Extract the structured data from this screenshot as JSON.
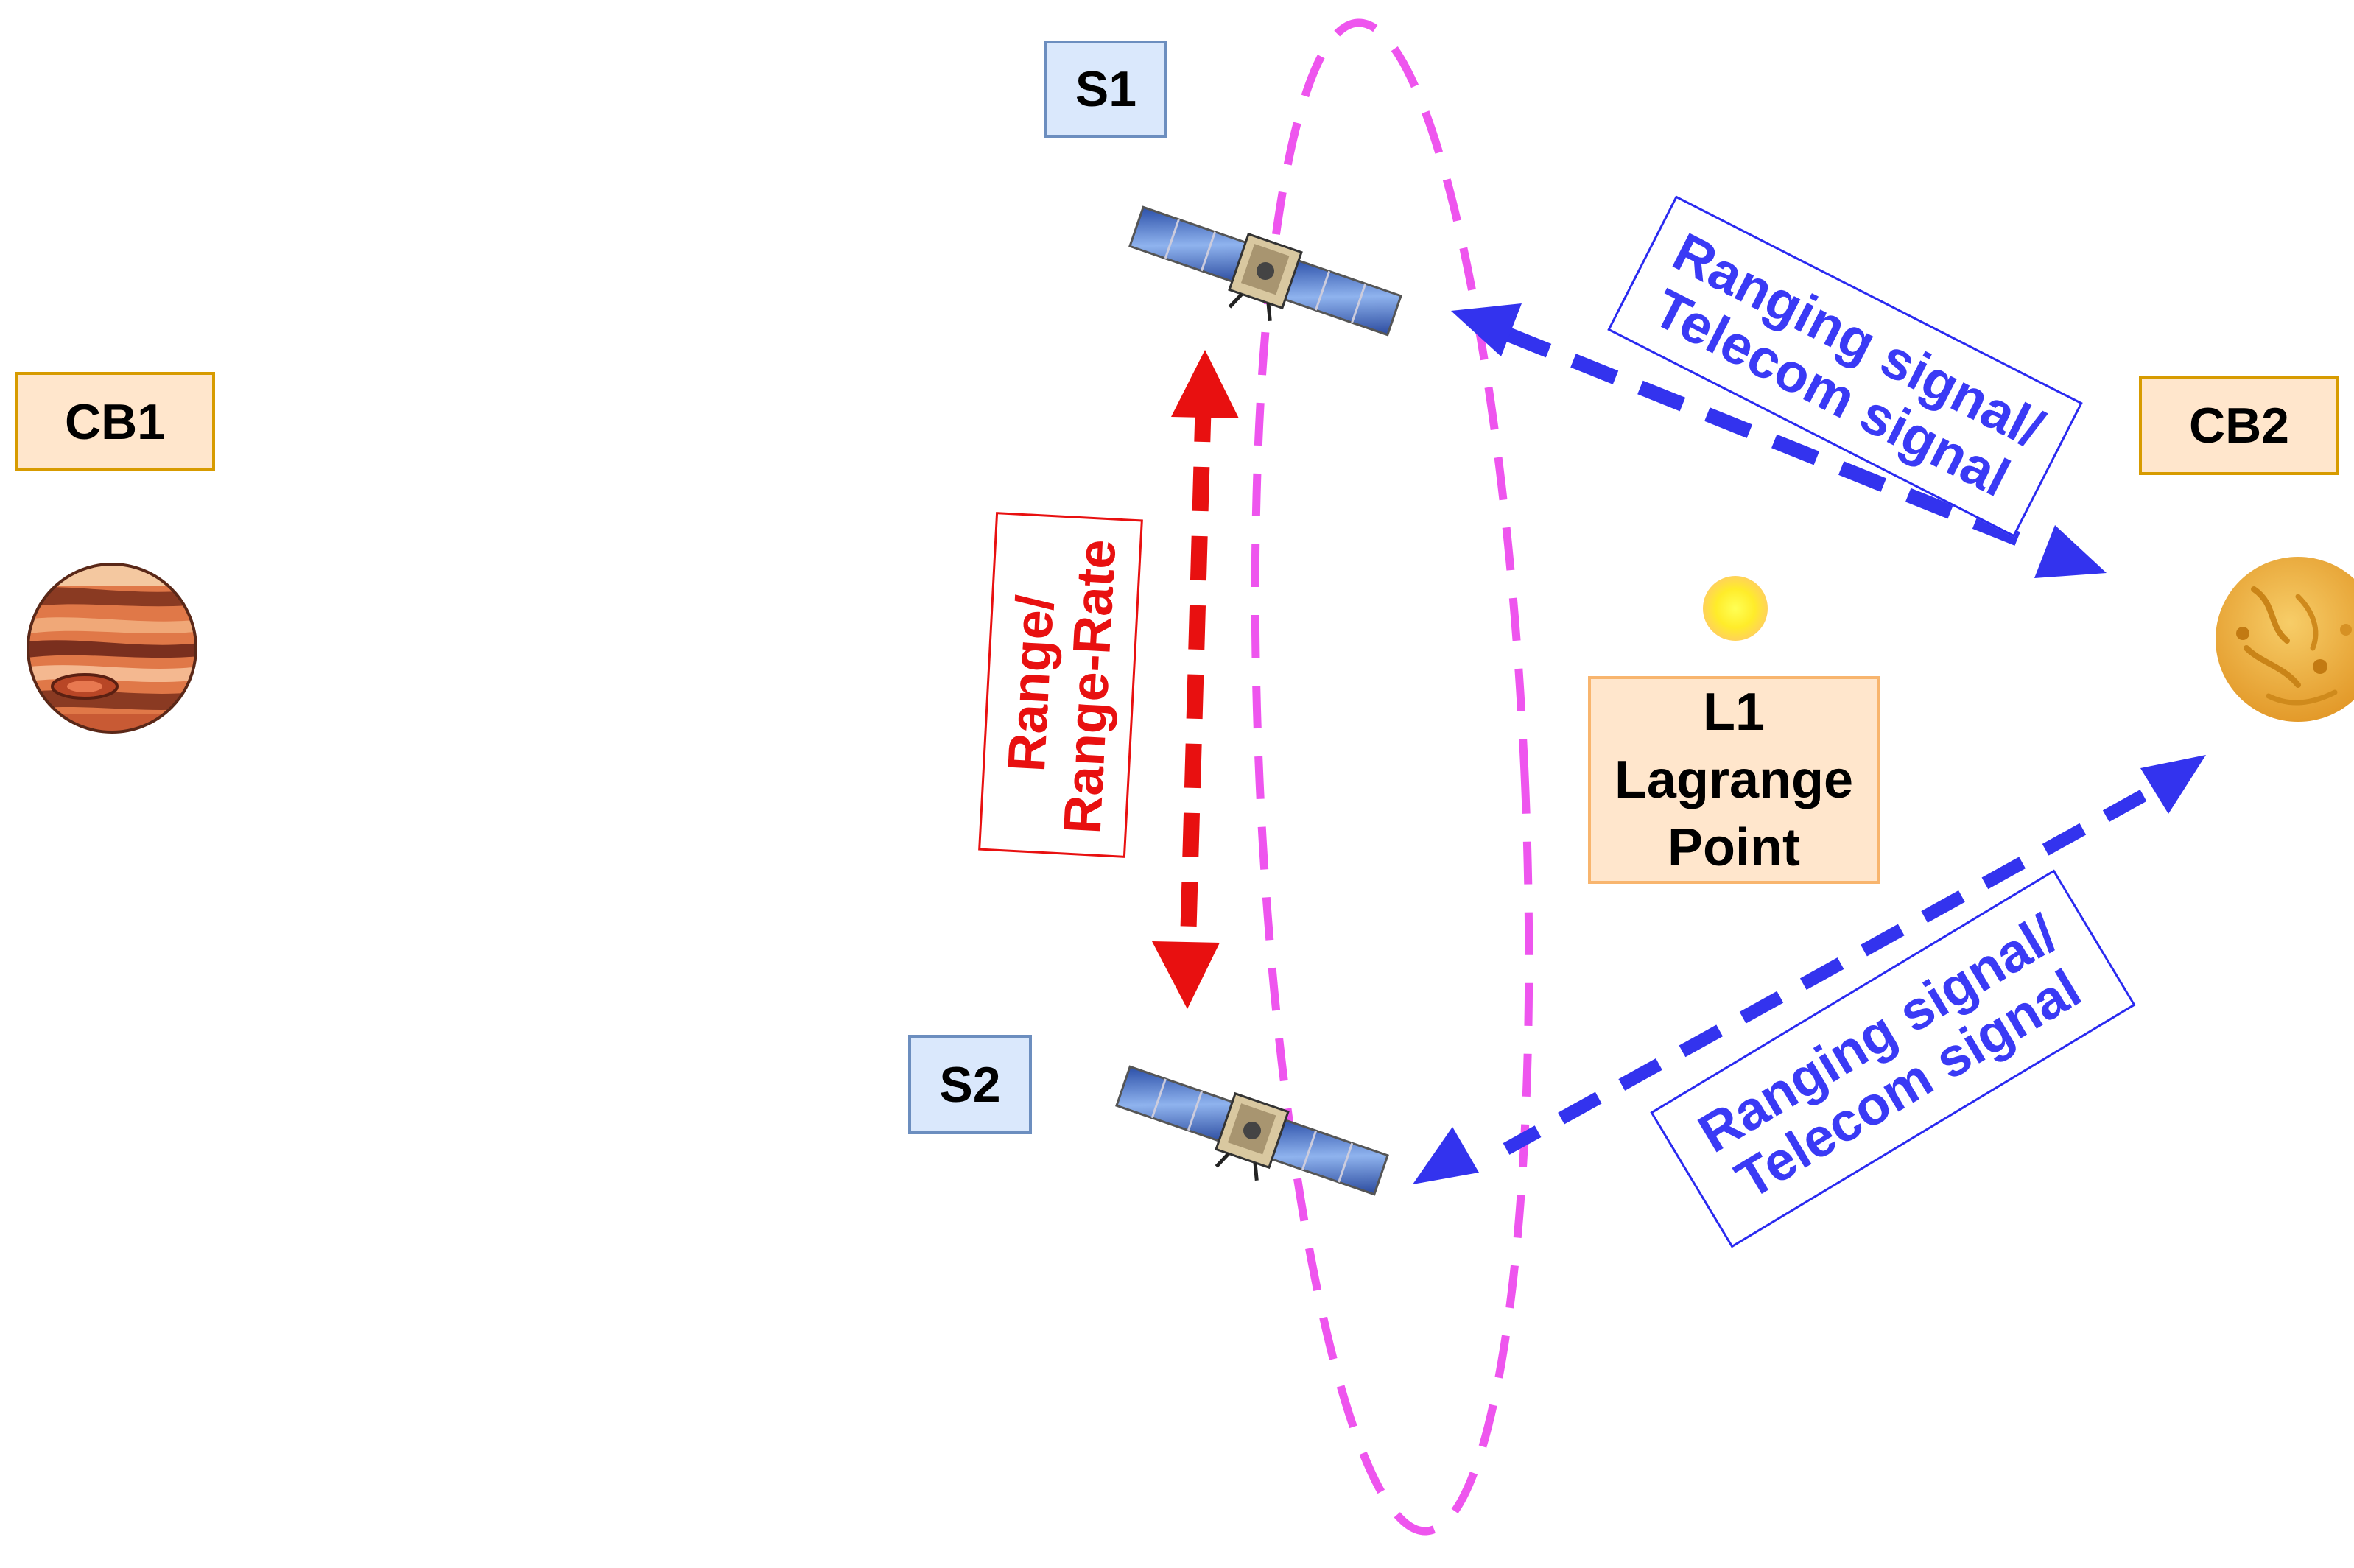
{
  "bodies": {
    "cb1_label": "CB1",
    "cb2_label": "CB2"
  },
  "spacecraft": {
    "s1_label": "S1",
    "s2_label": "S2"
  },
  "lagrange": {
    "line1": "L1",
    "line2": "Lagrange",
    "line3": "Point"
  },
  "links": {
    "crosslink_line1": "Range/",
    "crosslink_line2": "Range-Rate",
    "upper_line1": "Ranging signal/",
    "upper_line2": "Telecom signal",
    "lower_line1": "Ranging signal/",
    "lower_line2": "Telecom signal"
  },
  "colors": {
    "orbit": "#ee55ee",
    "crosslink": "#e81010",
    "signal": "#3333ee",
    "cb2_planet": "#f0b040",
    "l1_point": "#fff23a"
  },
  "icons": [
    "planet-jupiter-icon",
    "planet-venus-icon",
    "satellite-icon",
    "sun-point-icon"
  ]
}
